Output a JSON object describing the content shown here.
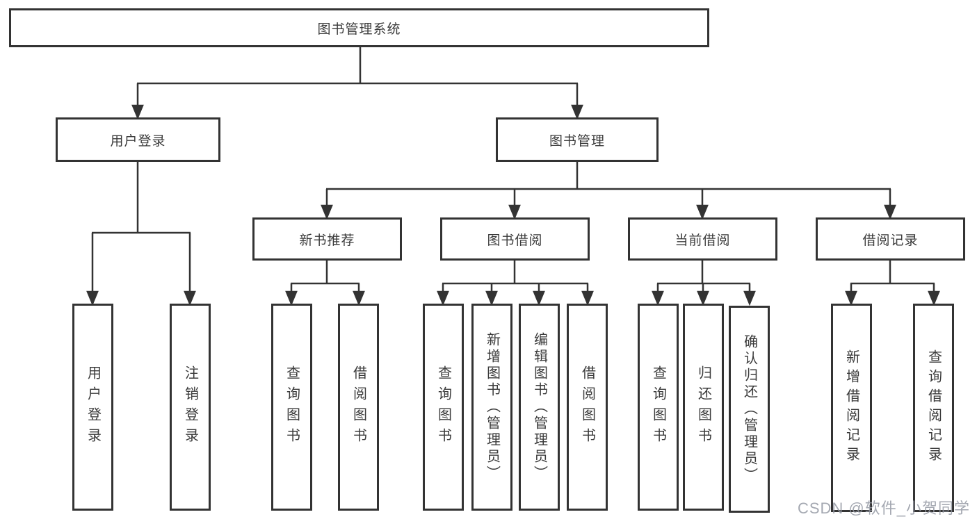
{
  "watermark": "CSDN @软件_小贺同学",
  "colors": {
    "line": "#333333",
    "border": "#333333",
    "text": "#3a3a3a",
    "watermark": "#9499a3",
    "background": "#ffffff"
  },
  "tree": {
    "label": "图书管理系统",
    "children": [
      {
        "label": "用户登录",
        "children": [
          {
            "label": "用户登录"
          },
          {
            "label": "注销登录"
          }
        ]
      },
      {
        "label": "图书管理",
        "children": [
          {
            "label": "新书推荐",
            "children": [
              {
                "label": "查询图书"
              },
              {
                "label": "借阅图书"
              }
            ]
          },
          {
            "label": "图书借阅",
            "children": [
              {
                "label": "查询图书"
              },
              {
                "label": "新增图书（管理员）"
              },
              {
                "label": "编辑图书（管理员）"
              },
              {
                "label": "借阅图书"
              }
            ]
          },
          {
            "label": "当前借阅",
            "children": [
              {
                "label": "查询图书"
              },
              {
                "label": "归还图书"
              },
              {
                "label": "确认归还（管理员）"
              }
            ]
          },
          {
            "label": "借阅记录",
            "children": [
              {
                "label": "新增借阅记录"
              },
              {
                "label": "查询借阅记录"
              }
            ]
          }
        ]
      }
    ]
  }
}
